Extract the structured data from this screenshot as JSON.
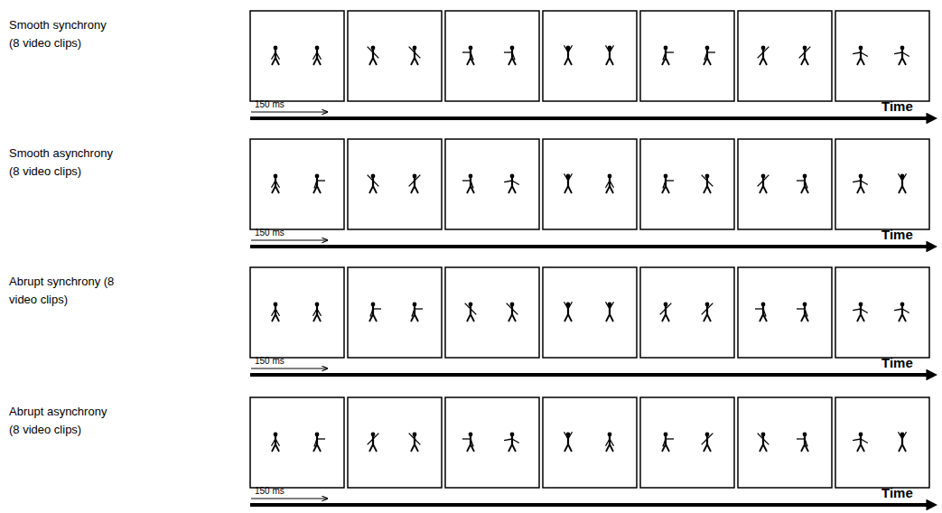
{
  "diagram": {
    "labels": [
      "Smooth synchrony (8 video clips)",
      "150 ms",
      "Time",
      "Smooth asynchrony (8 video clips)",
      "150 ms",
      "Time",
      "Abrupt synchrony (8 video clips)",
      "150 ms",
      "Time",
      "Abrupt asynchrony (8 video clips)",
      "150 ms",
      "Time"
    ]
  }
}
